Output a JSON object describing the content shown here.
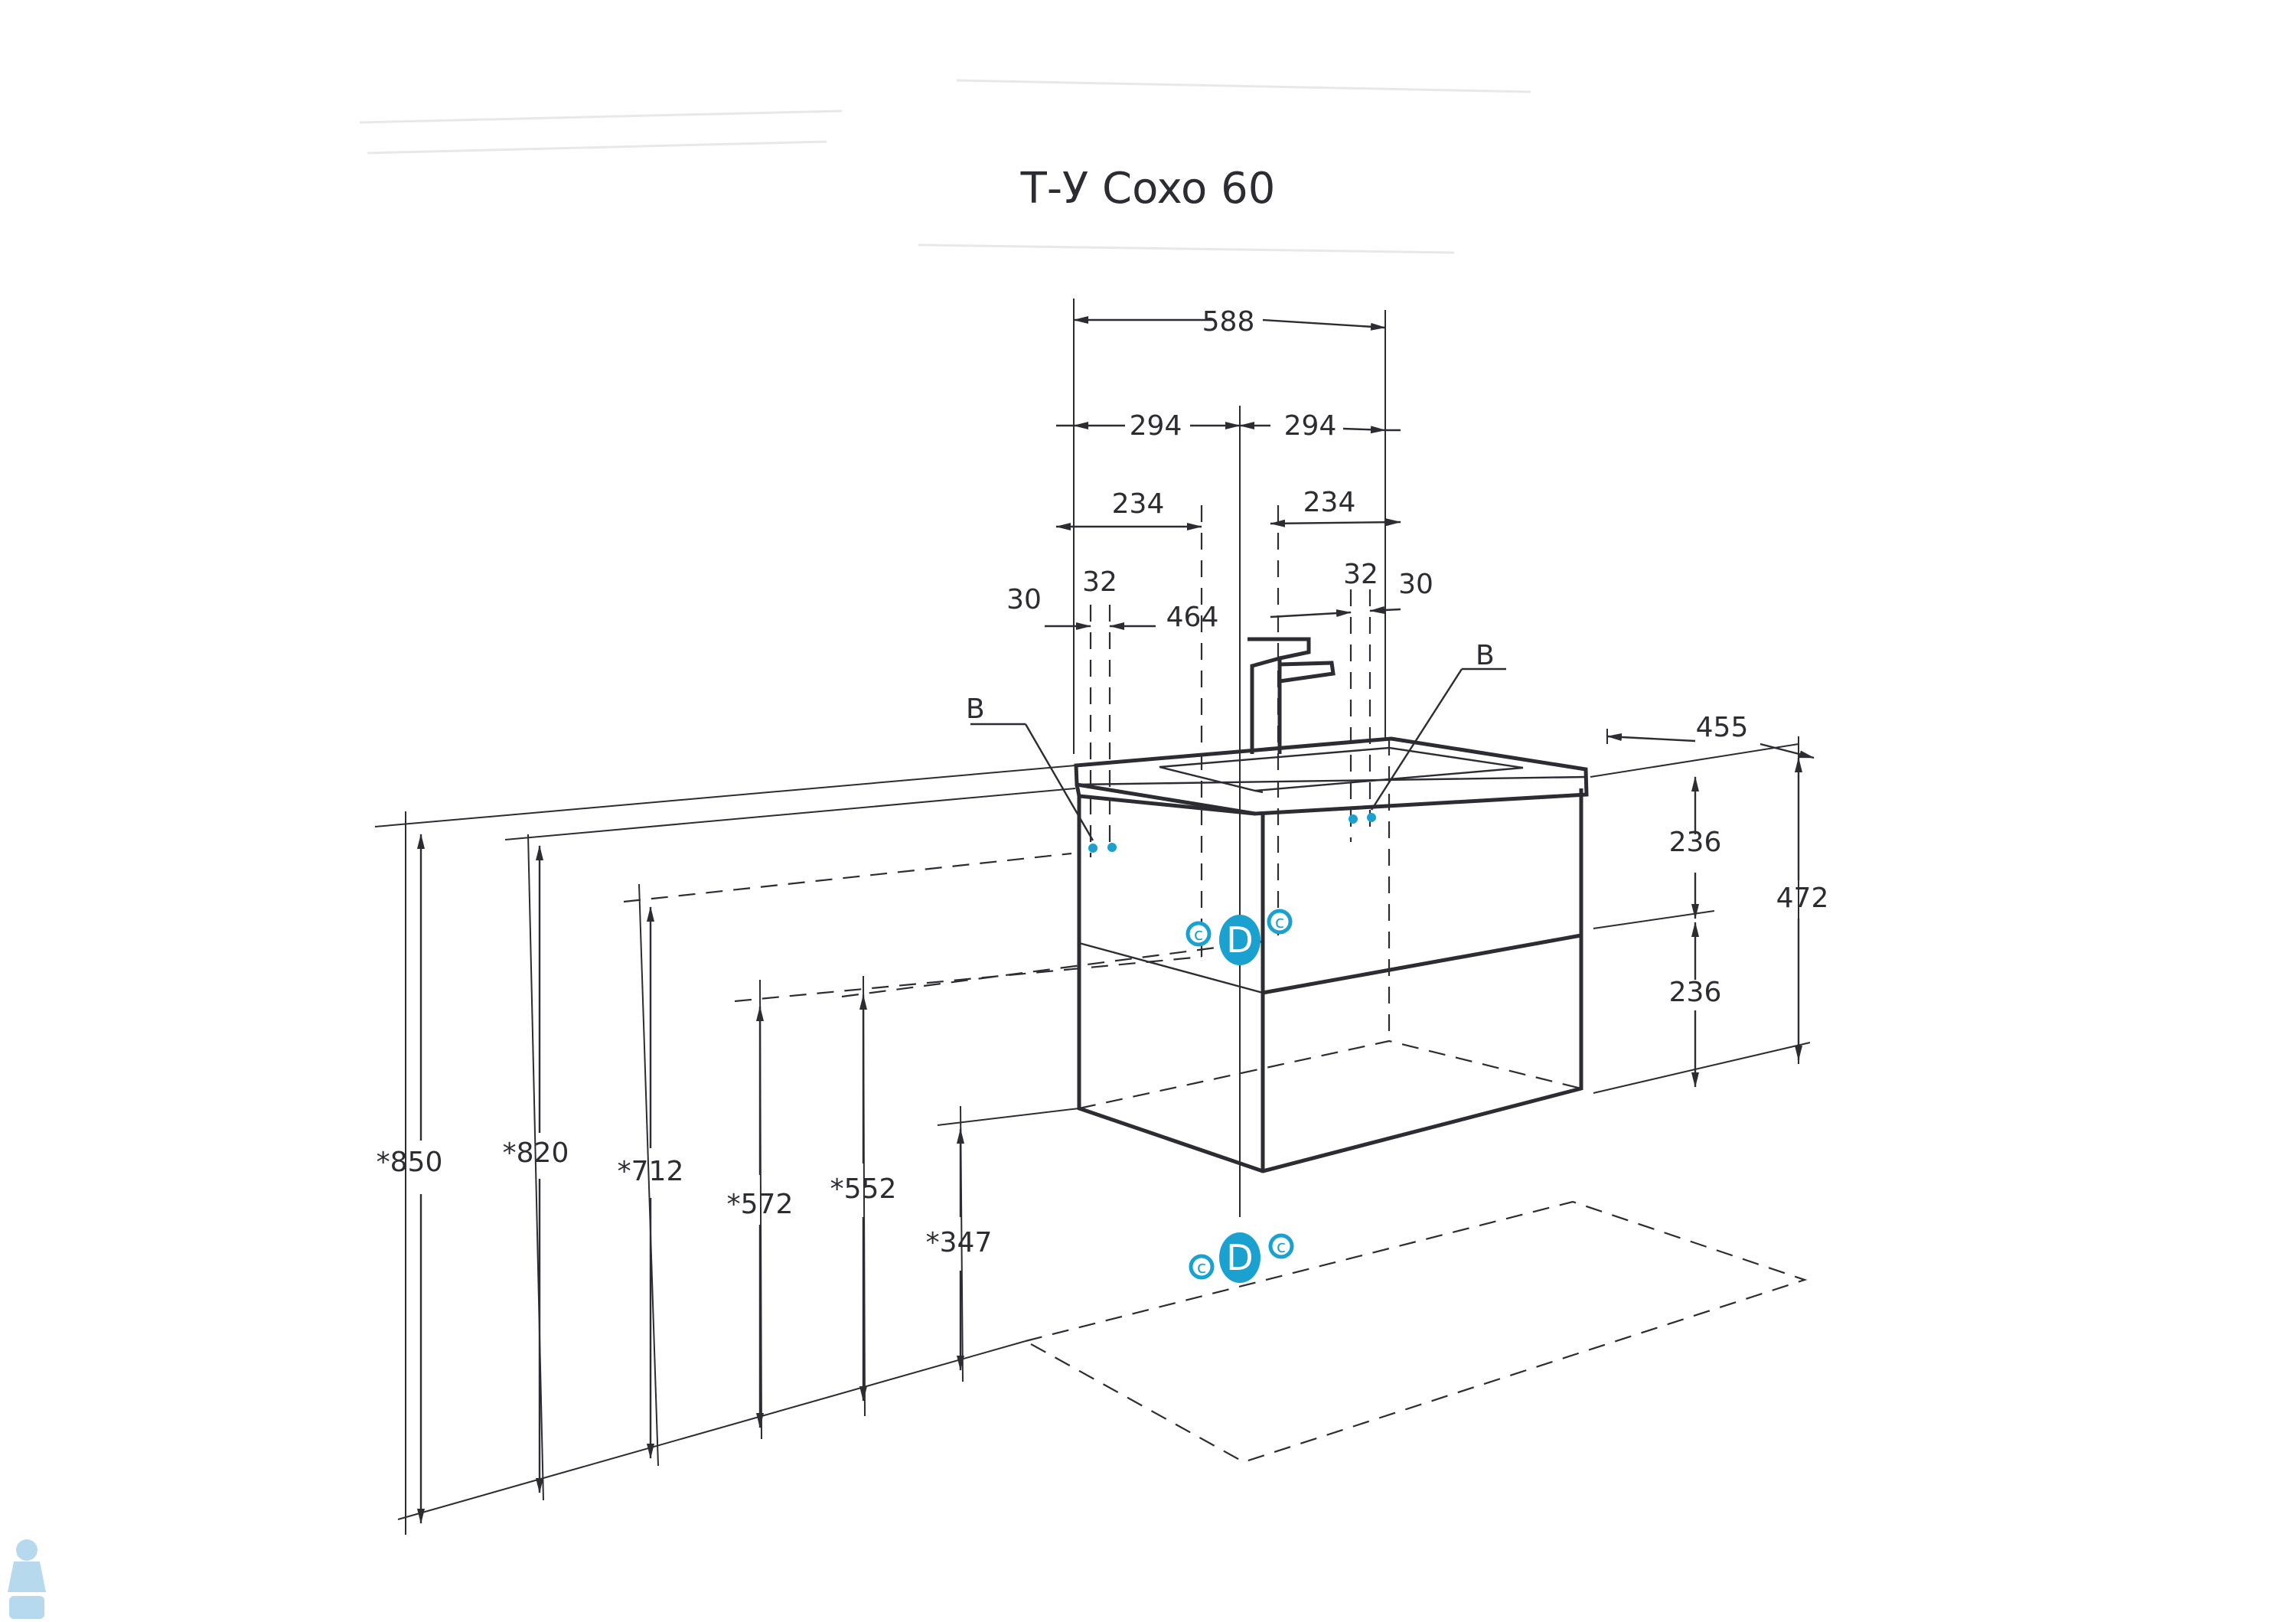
{
  "title": "Т-У Coxo 60",
  "labels": {
    "b_left": "B",
    "b_right": "B"
  },
  "ports": {
    "drain": "D",
    "cold": "c",
    "hot": "c"
  },
  "dimensions": {
    "top_width": "588",
    "half_left": "294",
    "half_right": "294",
    "inner_left": "234",
    "inner_right": "234",
    "edge_left": "30",
    "edge_right": "30",
    "mount_left": "32",
    "mount_right": "32",
    "mount_span": "464",
    "depth": "455",
    "drawer_upper": "236",
    "drawer_lower": "236",
    "cabinet_height": "472",
    "h850": "*850",
    "h820": "*820",
    "h712": "*712",
    "h572": "*572",
    "h552": "*552",
    "h347": "*347"
  },
  "colors": {
    "line": "#2c2c33",
    "accent": "#1aa1cf"
  }
}
